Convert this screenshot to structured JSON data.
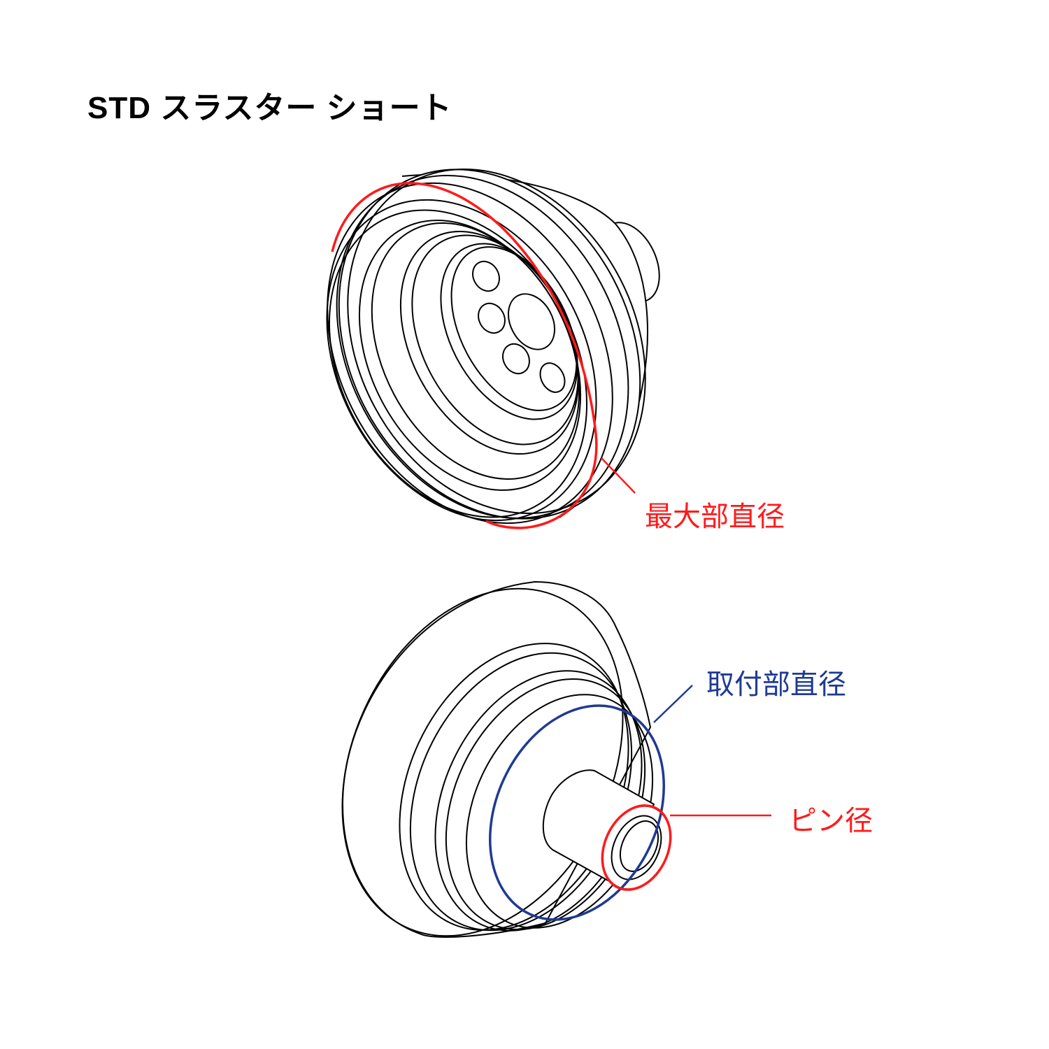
{
  "title": "STD スラスター ショート",
  "labels": {
    "max_diameter": "最大部直径",
    "mount_diameter": "取付部直径",
    "pin_diameter": "ピン径"
  },
  "colors": {
    "red": "#ff1a1a",
    "blue": "#1f3a93",
    "line": "#000000"
  }
}
